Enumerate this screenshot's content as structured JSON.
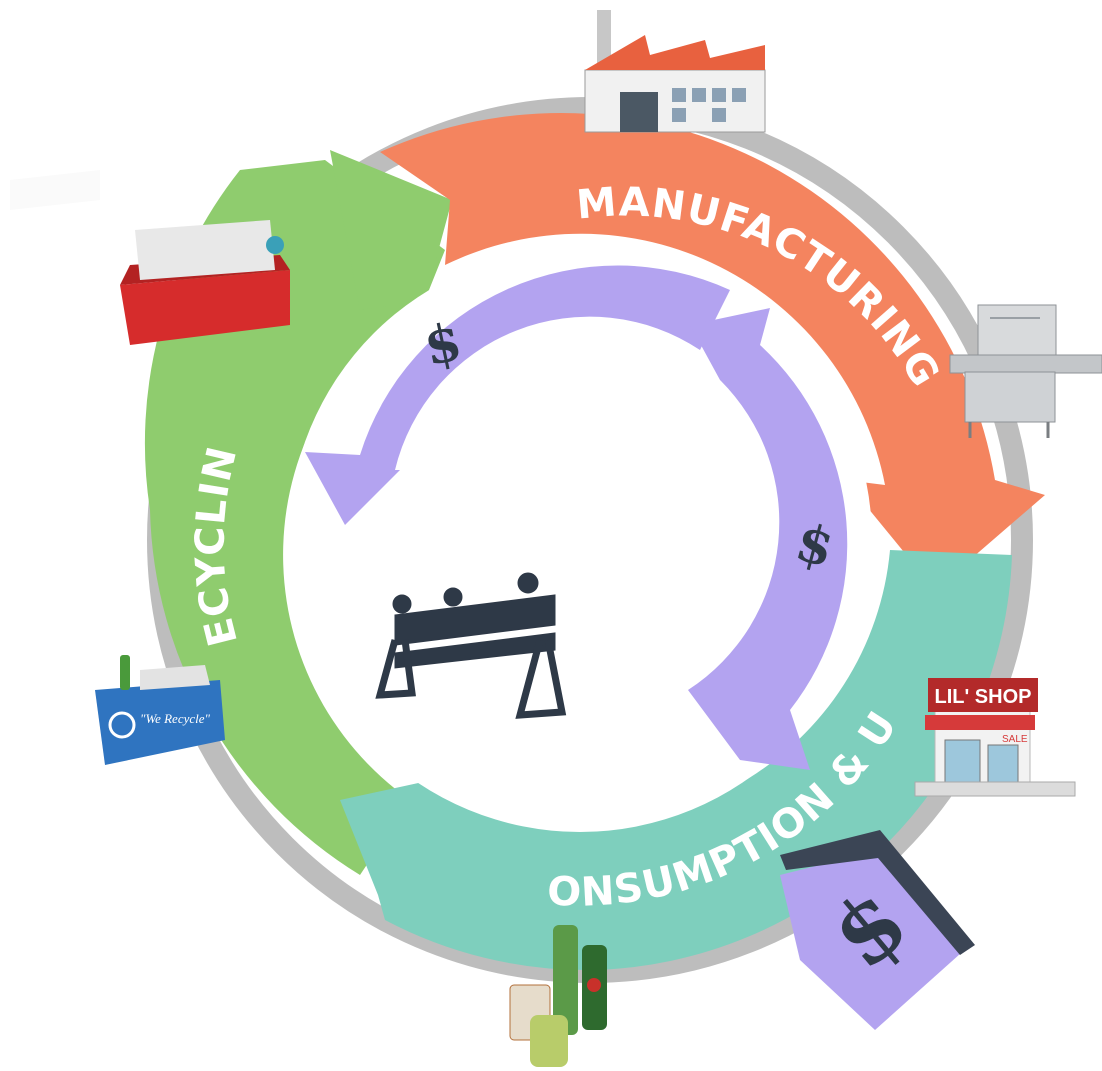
{
  "segments": {
    "manufacturing": "MANUFACTURING",
    "consumption": "CONSUMPTION & USE",
    "recycling": "RECYCLING"
  },
  "money_symbol": "$",
  "shop": {
    "sign": "LIL' SHOP",
    "sale": "SALE"
  },
  "recycle_bin": {
    "text": "\"We Recycle\""
  },
  "colors": {
    "manufacturing": "#f4845f",
    "consumption": "#7ecfbd",
    "recycling": "#8fcc6e",
    "money_flow": "#b3a3f0",
    "ring_shadow": "#b9b9b9",
    "barrier": "#2e3947"
  },
  "icons": [
    "factory-icon",
    "filling-machine-icon",
    "shop-icon",
    "bottles-icon",
    "recycle-bin-icon",
    "waste-bins-icon",
    "barrier-icon",
    "dollar-icon"
  ]
}
